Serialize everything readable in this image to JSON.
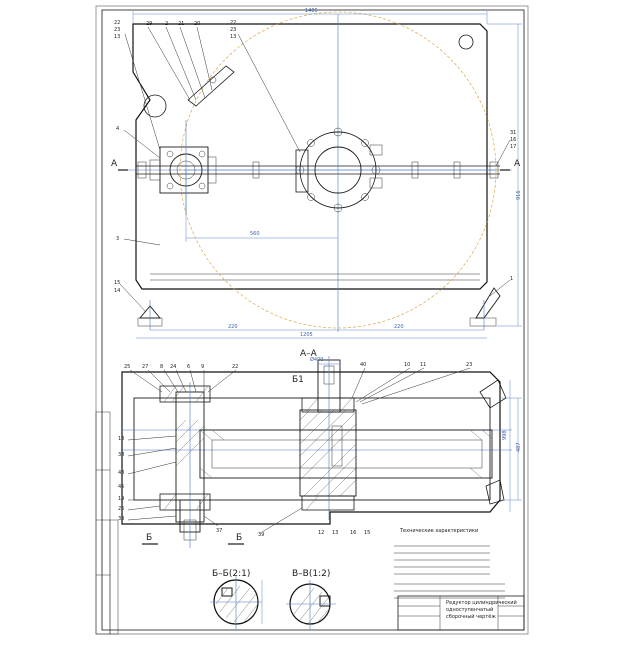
{
  "front_view": {
    "dims": {
      "overall_width": "1405",
      "height_right": "916",
      "axis_distance": "560",
      "bottom_left": "220",
      "bottom_right": "220",
      "bottom_total": "1205"
    },
    "callouts": [
      {
        "label": "22",
        "sub": "23",
        "sub2": "13"
      },
      {
        "label": "29"
      },
      {
        "label": "2"
      },
      {
        "label": "21"
      },
      {
        "label": "20"
      },
      {
        "label": "22",
        "sub": "23",
        "sub2": "13"
      },
      {
        "label": "4"
      },
      {
        "label": "3"
      },
      {
        "label": "31",
        "sub": "16",
        "sub2": "17"
      },
      {
        "label": "1"
      },
      {
        "label": "15",
        "sub": "14"
      }
    ],
    "section_marker": "A"
  },
  "section_view": {
    "title": "A–A",
    "callouts_top": [
      "25",
      "27",
      "8",
      "24",
      "6",
      "9",
      "22",
      "40",
      "10",
      "11",
      "23"
    ],
    "callouts_left": [
      "18",
      "38",
      "43",
      "45",
      "19",
      "26",
      "33"
    ],
    "callouts_bottom": [
      "37",
      "39",
      "12",
      "13",
      "16",
      "15"
    ],
    "b1_mark": "Б1",
    "b_mark": "Б",
    "b_mark_right": "Б",
    "dims": {
      "right_h": "487",
      "right_big": "998",
      "top_w": "Ø400"
    }
  },
  "details": [
    {
      "title": "Б–Б(2:1)"
    },
    {
      "title": "В–В(1:2)"
    }
  ],
  "tech_req_heading": "Технические характеристики",
  "title_block": {
    "name_line1": "Редуктор цилиндрический",
    "name_line2": "одноступенчатый",
    "name_line3": "сборочный чертёж"
  }
}
